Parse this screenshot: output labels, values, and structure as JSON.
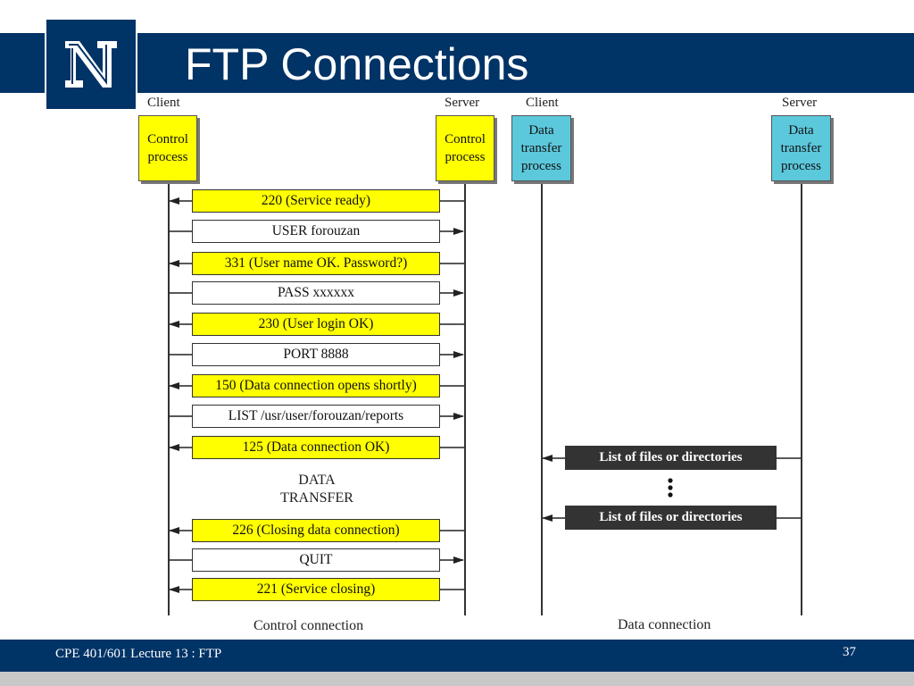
{
  "slide": {
    "title": "FTP Connections",
    "footer": "CPE 401/601 Lecture 13 : FTP",
    "page_number": "37",
    "logo": "university-n-logo",
    "colors": {
      "bar": "#003366",
      "reply": "#ffff00",
      "data_process": "#5cc8dc",
      "data_message": "#333333"
    }
  },
  "headers": {
    "client_control": "Client",
    "server_control": "Server",
    "client_data": "Client",
    "server_data": "Server"
  },
  "processes": {
    "client_control": [
      "Control",
      "process"
    ],
    "server_control": [
      "Control",
      "process"
    ],
    "client_data": [
      "Data",
      "transfer",
      "process"
    ],
    "server_data": [
      "Data",
      "transfer",
      "process"
    ]
  },
  "messages": [
    {
      "text": "220 (Service ready)",
      "direction": "to-client",
      "kind": "reply"
    },
    {
      "text": "USER forouzan",
      "direction": "to-server",
      "kind": "command"
    },
    {
      "text": "331 (User name OK. Password?)",
      "direction": "to-client",
      "kind": "reply"
    },
    {
      "text": "PASS xxxxxx",
      "direction": "to-server",
      "kind": "command"
    },
    {
      "text": "230 (User login OK)",
      "direction": "to-client",
      "kind": "reply"
    },
    {
      "text": "PORT 8888",
      "direction": "to-server",
      "kind": "command"
    },
    {
      "text": "150 (Data connection opens shortly)",
      "direction": "to-client",
      "kind": "reply"
    },
    {
      "text": "LIST /usr/user/forouzan/reports",
      "direction": "to-server",
      "kind": "command"
    },
    {
      "text": "125 (Data connection OK)",
      "direction": "to-client",
      "kind": "reply"
    },
    {
      "text": "226 (Closing data connection)",
      "direction": "to-client",
      "kind": "reply"
    },
    {
      "text": "QUIT",
      "direction": "to-server",
      "kind": "command"
    },
    {
      "text": "221 (Service closing)",
      "direction": "to-client",
      "kind": "reply"
    }
  ],
  "data_transfer": [
    "DATA",
    "TRANSFER"
  ],
  "data_messages": [
    "List of files or directories",
    "List of files or directories"
  ],
  "labels": {
    "control_connection": "Control connection",
    "data_connection": "Data connection"
  }
}
